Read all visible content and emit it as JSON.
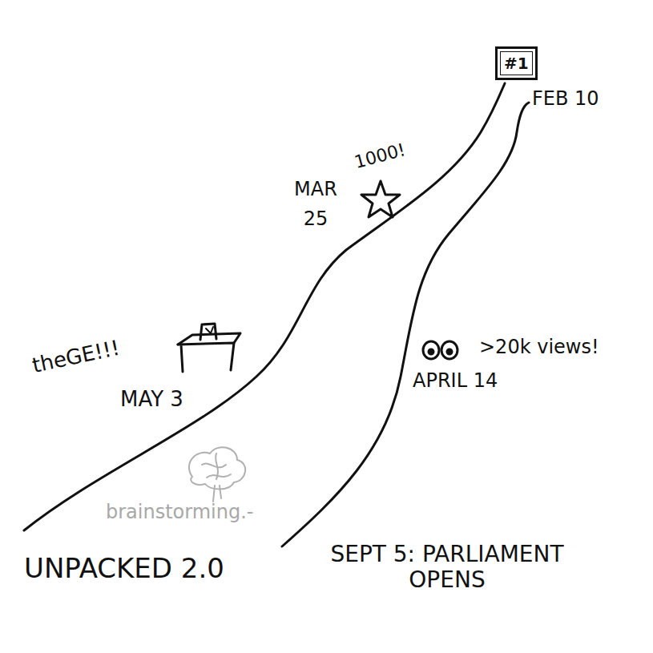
{
  "diagram": {
    "nodes": [
      {
        "text": [
          "#1"
        ]
      }
    ],
    "labels": [
      "FEB 10",
      "1000!",
      "MAR 25",
      "theGE!!!",
      "MAY 3",
      ">20k views!",
      "APRIL 14",
      "brainstorming.-",
      "UNPACKED 2.0",
      "SEPT 5: PARLIAMENT OPENS"
    ]
  }
}
